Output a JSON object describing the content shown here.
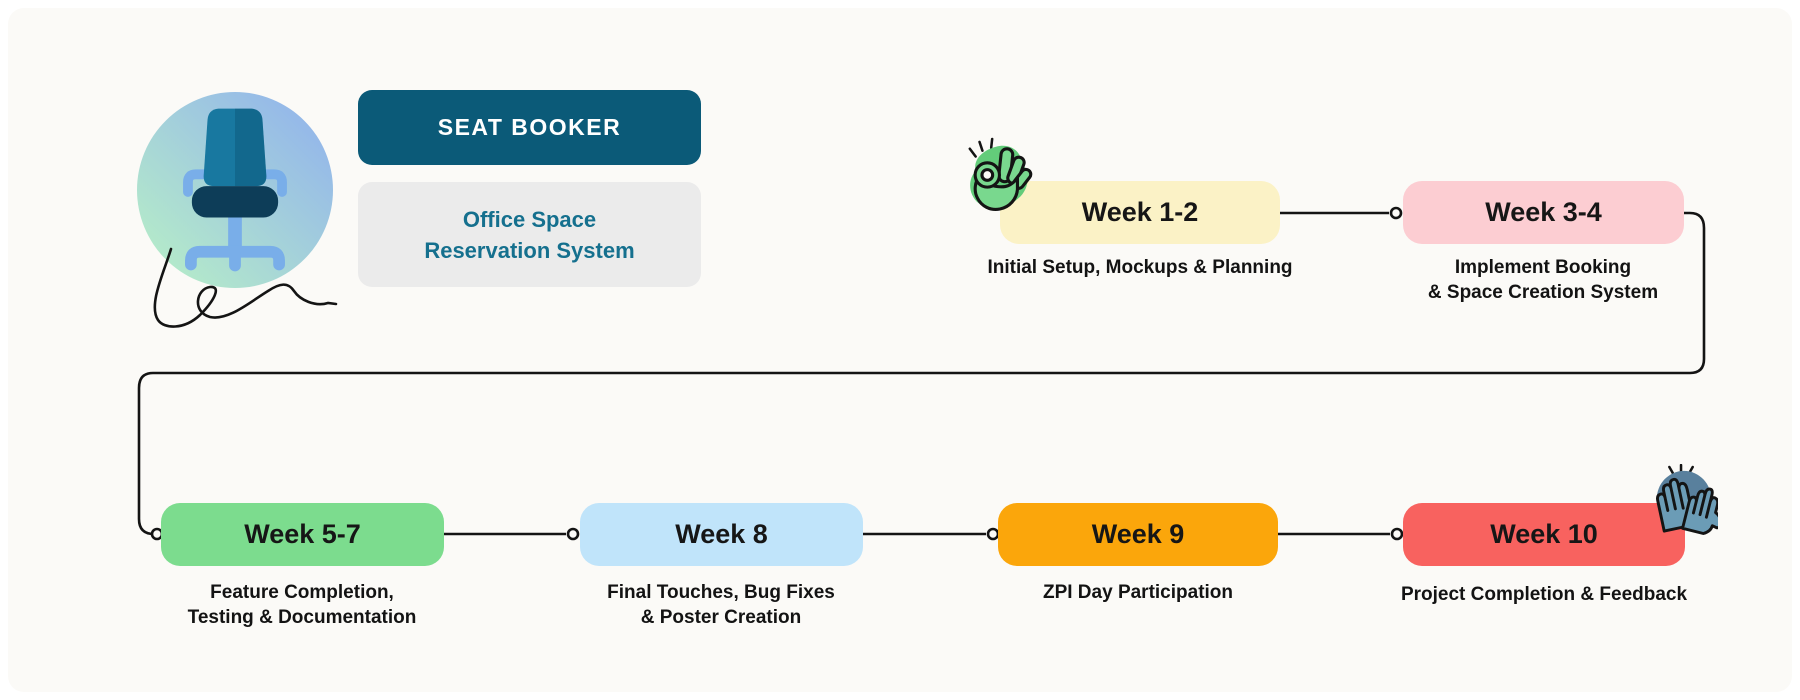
{
  "brand": {
    "title": "SEAT BOOKER",
    "subtitle_lines": [
      "Office Space",
      "Reservation System"
    ]
  },
  "theme": {
    "canvas_bg": "#fbfaf7",
    "banner_bg": "#0b5a78",
    "banner_text_color": "#ffffff",
    "subtitle_bg": "#ebebeb",
    "subtitle_text_color": "#15708e",
    "line_color": "#141414",
    "node_fill": "#fcfbf8",
    "logo_gradient_from": "#8fafef",
    "logo_gradient_to": "#b9f2c5"
  },
  "milestones": [
    {
      "label": "Week 1-2",
      "caption_lines": [
        "Initial Setup, Mockups & Planning"
      ],
      "color": "#fbf2c6"
    },
    {
      "label": "Week 3-4",
      "caption_lines": [
        "Implement Booking",
        "& Space Creation System"
      ],
      "color": "#fccdd2"
    },
    {
      "label": "Week 5-7",
      "caption_lines": [
        "Feature Completion,",
        "Testing & Documentation"
      ],
      "color": "#7cdc8e"
    },
    {
      "label": "Week 8",
      "caption_lines": [
        "Final Touches, Bug Fixes",
        "& Poster Creation"
      ],
      "color": "#c0e4fa"
    },
    {
      "label": "Week 9",
      "caption_lines": [
        "ZPI Day Participation"
      ],
      "color": "#fba60b"
    },
    {
      "label": "Week 10",
      "caption_lines": [
        "Project Completion & Feedback"
      ],
      "color": "#f8625f"
    }
  ],
  "icons": {
    "ok_hand": {
      "blob": "#63cc7a",
      "hand": "#79d88e",
      "ring_center": "#fbfaf7"
    },
    "clap": {
      "blob": "#59809d",
      "hand": "#6b9cb6"
    }
  },
  "chair": {
    "back": "#1878a0",
    "back_shade": "rgba(6,70,100,0.30)",
    "seat": "#0d3d58",
    "frame": "#79aee9"
  }
}
